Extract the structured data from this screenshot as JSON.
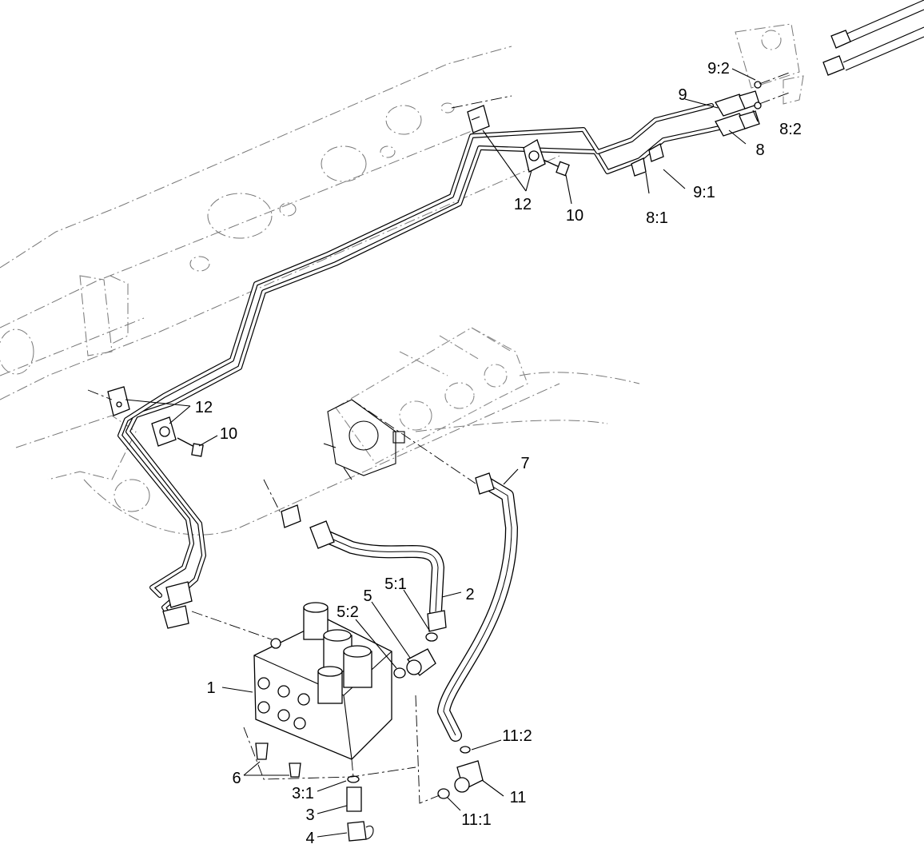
{
  "callouts": {
    "c1": "1",
    "c2": "2",
    "c3": "3",
    "c3_1": "3:1",
    "c4": "4",
    "c5": "5",
    "c5_1": "5:1",
    "c5_2": "5:2",
    "c6": "6",
    "c7": "7",
    "c8": "8",
    "c8_1": "8:1",
    "c8_2": "8:2",
    "c9": "9",
    "c9_1": "9:1",
    "c9_2": "9:2",
    "c10_top": "10",
    "c10_mid": "10",
    "c11": "11",
    "c11_1": "11:1",
    "c11_2": "11:2",
    "c12_top": "12",
    "c12_mid": "12"
  }
}
